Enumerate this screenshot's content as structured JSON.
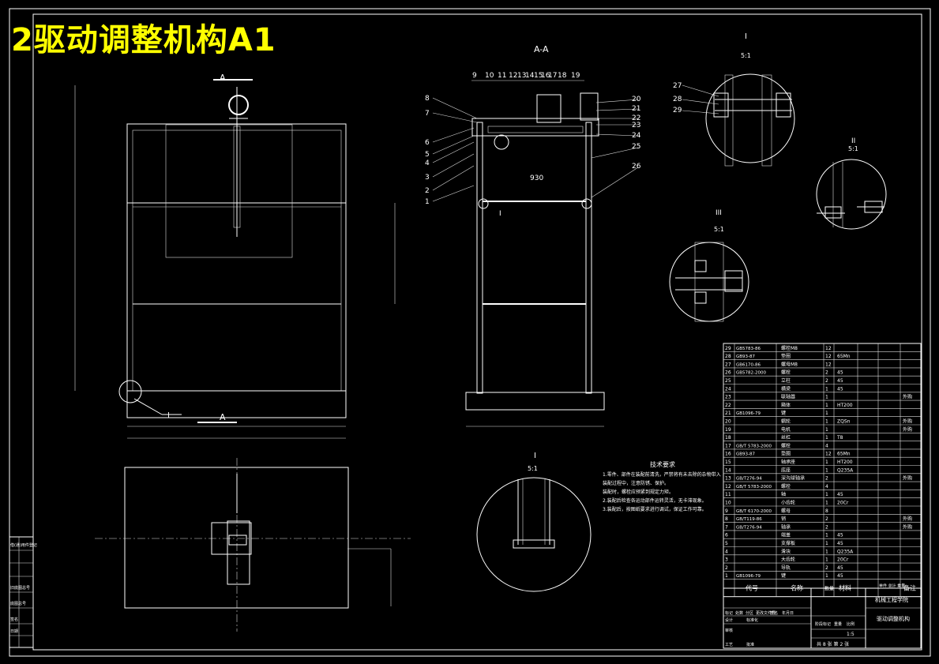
{
  "drawing_title": "2驱动调整机构A1",
  "section_labels": {
    "a_top": "A",
    "a_bottom": "A",
    "aa": "A-A",
    "detail_1": "I",
    "detail_2": "II",
    "detail_3": "III",
    "detail_4": "I"
  },
  "scales": {
    "s1": "5:1",
    "s2": "5:1",
    "s3": "5:1",
    "s4": "5:1"
  },
  "dims": {
    "d930": "930"
  },
  "leaders": [
    "1",
    "2",
    "3",
    "4",
    "5",
    "6",
    "7",
    "8",
    "9",
    "10",
    "11",
    "12",
    "13",
    "14",
    "15",
    "16",
    "17",
    "18",
    "19",
    "20",
    "21",
    "22",
    "23",
    "24",
    "25",
    "26",
    "27",
    "28",
    "29"
  ],
  "notes_title": "技术要求",
  "notes": [
    "1.零件、部件在装配前清洗，严禁将有未去除的杂物带入",
    "装配过程中，注意防锈、保护。",
    "装配时，螺栓应预紧到规定力矩。",
    "2.装配后检查各运动部件运转灵活，无卡滞现象。",
    "3.装配后，按图纸要求进行调试，保证工作可靠。"
  ],
  "bom_header": {
    "code": "代号",
    "name": "名称",
    "qty": "数量",
    "material": "材料",
    "weight": "单件 总计 重量",
    "remark": "备注"
  },
  "bom_rows": [
    {
      "no": "29",
      "code": "GB5783-86",
      "name": "螺栓M8",
      "qty": "12",
      "mat": "",
      "remark": ""
    },
    {
      "no": "28",
      "code": "GB93-87",
      "name": "垫圈",
      "qty": "12",
      "mat": "65Mn",
      "remark": ""
    },
    {
      "no": "27",
      "code": "GB6170-86",
      "name": "螺母M8",
      "qty": "12",
      "mat": "",
      "remark": ""
    },
    {
      "no": "26",
      "code": "GB5782-2000",
      "name": "螺栓",
      "qty": "2",
      "mat": "45",
      "remark": ""
    },
    {
      "no": "25",
      "code": "",
      "name": "立柱",
      "qty": "2",
      "mat": "45",
      "remark": ""
    },
    {
      "no": "24",
      "code": "",
      "name": "横梁",
      "qty": "1",
      "mat": "45",
      "remark": ""
    },
    {
      "no": "23",
      "code": "",
      "name": "联轴器",
      "qty": "1",
      "mat": "",
      "remark": "外购"
    },
    {
      "no": "22",
      "code": "",
      "name": "箱体",
      "qty": "1",
      "mat": "HT200",
      "remark": ""
    },
    {
      "no": "21",
      "code": "GB1096-79",
      "name": "键",
      "qty": "1",
      "mat": "",
      "remark": ""
    },
    {
      "no": "20",
      "code": "",
      "name": "蜗轮",
      "qty": "1",
      "mat": "ZQSn",
      "remark": "外购"
    },
    {
      "no": "19",
      "code": "",
      "name": "电机",
      "qty": "1",
      "mat": "",
      "remark": "外购"
    },
    {
      "no": "18",
      "code": "",
      "name": "丝杠",
      "qty": "1",
      "mat": "T8",
      "remark": ""
    },
    {
      "no": "17",
      "code": "GB/T 5783-2000",
      "name": "螺栓",
      "qty": "4",
      "mat": "",
      "remark": ""
    },
    {
      "no": "16",
      "code": "GB93-87",
      "name": "垫圈",
      "qty": "12",
      "mat": "65Mn",
      "remark": ""
    },
    {
      "no": "15",
      "code": "",
      "name": "轴承座",
      "qty": "1",
      "mat": "HT200",
      "remark": ""
    },
    {
      "no": "14",
      "code": "",
      "name": "底座",
      "qty": "1",
      "mat": "Q235A",
      "remark": ""
    },
    {
      "no": "13",
      "code": "GB/T276-94",
      "name": "深沟球轴承",
      "qty": "2",
      "mat": "",
      "remark": "外购"
    },
    {
      "no": "12",
      "code": "GB/T 5783-2000",
      "name": "螺栓",
      "qty": "4",
      "mat": "",
      "remark": ""
    },
    {
      "no": "11",
      "code": "",
      "name": "轴",
      "qty": "1",
      "mat": "45",
      "remark": ""
    },
    {
      "no": "10",
      "code": "",
      "name": "小齿轮",
      "qty": "1",
      "mat": "20Cr",
      "remark": ""
    },
    {
      "no": "9",
      "code": "GB/T 6170-2000",
      "name": "螺母",
      "qty": "8",
      "mat": "",
      "remark": ""
    },
    {
      "no": "8",
      "code": "GB/T119-86",
      "name": "销",
      "qty": "2",
      "mat": "",
      "remark": "外购"
    },
    {
      "no": "7",
      "code": "GB/T276-94",
      "name": "轴承",
      "qty": "2",
      "mat": "",
      "remark": "外购"
    },
    {
      "no": "6",
      "code": "",
      "name": "端盖",
      "qty": "1",
      "mat": "45",
      "remark": ""
    },
    {
      "no": "5",
      "code": "",
      "name": "支撑板",
      "qty": "1",
      "mat": "45",
      "remark": ""
    },
    {
      "no": "4",
      "code": "",
      "name": "滑块",
      "qty": "1",
      "mat": "Q235A",
      "remark": ""
    },
    {
      "no": "3",
      "code": "",
      "name": "大齿轮",
      "qty": "1",
      "mat": "20Cr",
      "remark": ""
    },
    {
      "no": "2",
      "code": "",
      "name": "导轨",
      "qty": "2",
      "mat": "45",
      "remark": ""
    },
    {
      "no": "1",
      "code": "GB1096-79",
      "name": "键",
      "qty": "1",
      "mat": "45",
      "remark": ""
    }
  ],
  "title_block": {
    "school": "机械工程学院",
    "drawing_name": "驱动调整机构",
    "sheet": "共 8 张  第 2 张",
    "scale": "1:5",
    "labels": [
      "标记",
      "处数",
      "分区",
      "更改文件号",
      "签名",
      "年月日",
      "设计",
      "标准化",
      "阶段标记",
      "重量",
      "比例",
      "审核",
      "工艺",
      "批准"
    ]
  },
  "left_strip": [
    "借(通)用件登记",
    "旧底图总号",
    "底图总号",
    "签名",
    "日期"
  ]
}
